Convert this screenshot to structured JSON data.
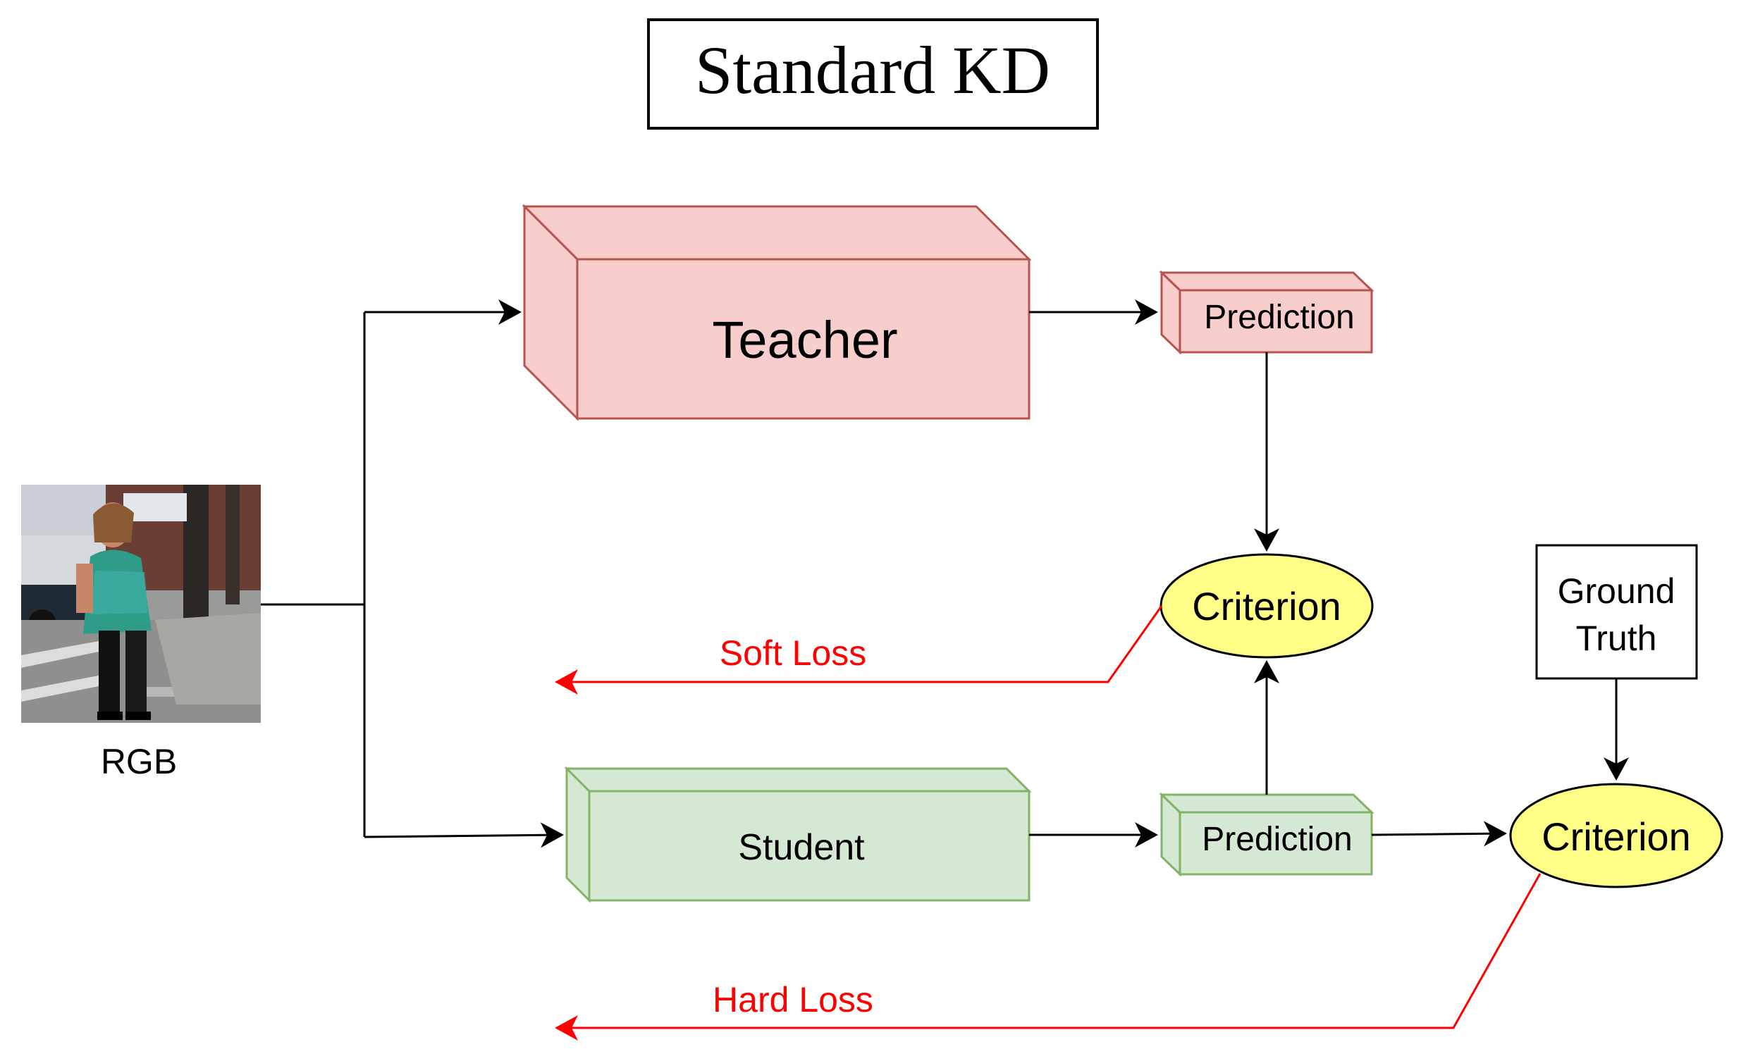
{
  "title": "Standard KD",
  "input": {
    "label": "RGB"
  },
  "teacher": {
    "label": "Teacher",
    "prediction_label": "Prediction"
  },
  "student": {
    "label": "Student",
    "prediction_label": "Prediction"
  },
  "criterion_top": {
    "label": "Criterion"
  },
  "criterion_bottom": {
    "label": "Criterion"
  },
  "ground_truth": {
    "line1": "Ground",
    "line2": "Truth"
  },
  "losses": {
    "soft": "Soft Loss",
    "hard": "Hard Loss"
  },
  "colors": {
    "teacher_fill": "#f8cecc",
    "teacher_stroke": "#b85450",
    "student_fill": "#d5e8d4",
    "student_stroke": "#82b366",
    "criterion_fill": "#ffff88",
    "loss_red": "#ff0000",
    "line_black": "#000000"
  }
}
